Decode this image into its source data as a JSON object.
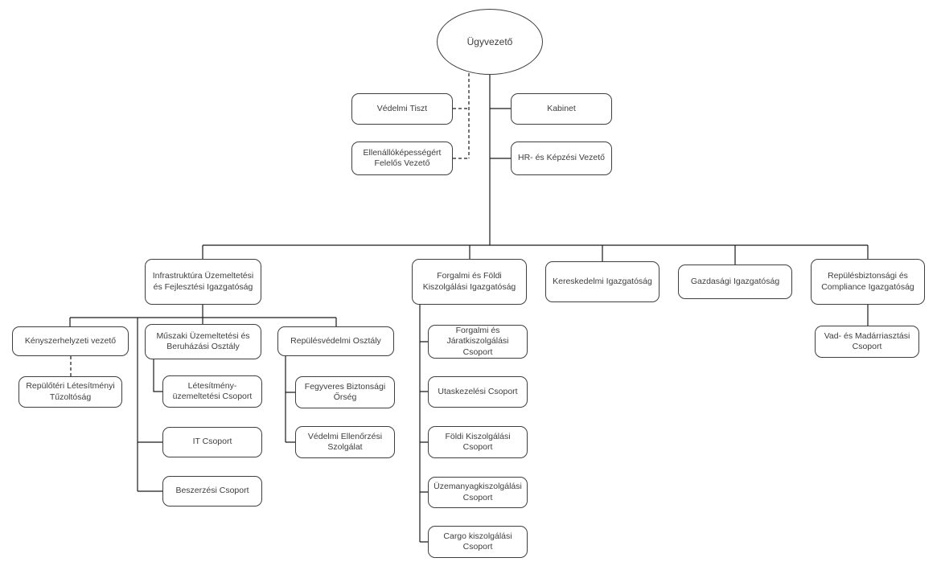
{
  "diagram_type": "org-chart",
  "colors": {
    "background": "#ffffff",
    "node_fill": "#ffffff",
    "node_border": "#3f3f3f",
    "node_text": "#3d3d3d",
    "connector": "#1a1a1a"
  },
  "nodes": {
    "ceo": {
      "label": "Ügyvezető"
    },
    "vedelmi_tiszt": {
      "label": "Védelmi Tiszt"
    },
    "kabinet": {
      "label": "Kabinet"
    },
    "ellenallokepessegert": {
      "label": "Ellenállóképességért Felelős Vezető"
    },
    "hr_kepzesi": {
      "label": "HR- és Képzési Vezető"
    },
    "infrastruktura": {
      "label": "Infrastruktúra Üzemeltetési és Fejlesztési Igazgatóság"
    },
    "forgalmi_foldi": {
      "label": "Forgalmi és Földi Kiszolgálási Igazgatóság"
    },
    "kereskedelmi": {
      "label": "Kereskedelmi Igazgatóság"
    },
    "gazdasagi": {
      "label": "Gazdasági Igazgatóság"
    },
    "repulesbiztonsagi": {
      "label": "Repülésbiztonsági és Compliance Igazgatóság"
    },
    "kenyszerhelyzeti": {
      "label": "Kényszerhelyzeti vezető"
    },
    "repuloteri_tuzoltosag": {
      "label": "Repülőtéri Létesítményi Tűzoltóság"
    },
    "muszaki": {
      "label": "Műszaki Üzemeltetési és Beruházási Osztály"
    },
    "letesitmeny_uzemeltetesi": {
      "label": "Létesítmény-üzemeltetési Csoport"
    },
    "it_csoport": {
      "label": "IT Csoport"
    },
    "beszerzesi": {
      "label": "Beszerzési Csoport"
    },
    "repulesvedelmi": {
      "label": "Repülésvédelmi Osztály"
    },
    "fegyveres": {
      "label": "Fegyveres Biztonsági Őrség"
    },
    "vedelmi_ellenorzesi": {
      "label": "Védelmi Ellenőrzési Szolgálat"
    },
    "forgalmi_jarat": {
      "label": "Forgalmi és Járatkiszolgálási Csoport"
    },
    "utaskezelesi": {
      "label": "Utaskezelési Csoport"
    },
    "foldi_kiszolgalasi": {
      "label": "Földi Kiszolgálási Csoport"
    },
    "uzemanyag": {
      "label": "Üzemanyagkiszolgálási Csoport"
    },
    "cargo": {
      "label": "Cargo kiszolgálási Csoport"
    },
    "vad_madarriasztasi": {
      "label": "Vad- és Madárriasztási Csoport"
    }
  },
  "edges": [
    {
      "from": "ceo",
      "to": "vedelmi_tiszt",
      "style": "dashed"
    },
    {
      "from": "ceo",
      "to": "ellenallokepessegert",
      "style": "dashed"
    },
    {
      "from": "ceo",
      "to": "kabinet",
      "style": "solid"
    },
    {
      "from": "ceo",
      "to": "hr_kepzesi",
      "style": "solid"
    },
    {
      "from": "ceo",
      "to": "infrastruktura",
      "style": "solid"
    },
    {
      "from": "ceo",
      "to": "forgalmi_foldi",
      "style": "solid"
    },
    {
      "from": "ceo",
      "to": "kereskedelmi",
      "style": "solid"
    },
    {
      "from": "ceo",
      "to": "gazdasagi",
      "style": "solid"
    },
    {
      "from": "ceo",
      "to": "repulesbiztonsagi",
      "style": "solid"
    },
    {
      "from": "infrastruktura",
      "to": "kenyszerhelyzeti",
      "style": "solid"
    },
    {
      "from": "infrastruktura",
      "to": "muszaki",
      "style": "solid"
    },
    {
      "from": "infrastruktura",
      "to": "repulesvedelmi",
      "style": "solid"
    },
    {
      "from": "infrastruktura",
      "to": "it_csoport",
      "style": "solid"
    },
    {
      "from": "infrastruktura",
      "to": "beszerzesi",
      "style": "solid"
    },
    {
      "from": "kenyszerhelyzeti",
      "to": "repuloteri_tuzoltosag",
      "style": "dashed"
    },
    {
      "from": "muszaki",
      "to": "letesitmeny_uzemeltetesi",
      "style": "solid"
    },
    {
      "from": "repulesvedelmi",
      "to": "fegyveres",
      "style": "solid"
    },
    {
      "from": "repulesvedelmi",
      "to": "vedelmi_ellenorzesi",
      "style": "solid"
    },
    {
      "from": "forgalmi_foldi",
      "to": "forgalmi_jarat",
      "style": "solid"
    },
    {
      "from": "forgalmi_foldi",
      "to": "utaskezelesi",
      "style": "solid"
    },
    {
      "from": "forgalmi_foldi",
      "to": "foldi_kiszolgalasi",
      "style": "solid"
    },
    {
      "from": "forgalmi_foldi",
      "to": "uzemanyag",
      "style": "solid"
    },
    {
      "from": "forgalmi_foldi",
      "to": "cargo",
      "style": "solid"
    },
    {
      "from": "repulesbiztonsagi",
      "to": "vad_madarriasztasi",
      "style": "solid"
    }
  ]
}
